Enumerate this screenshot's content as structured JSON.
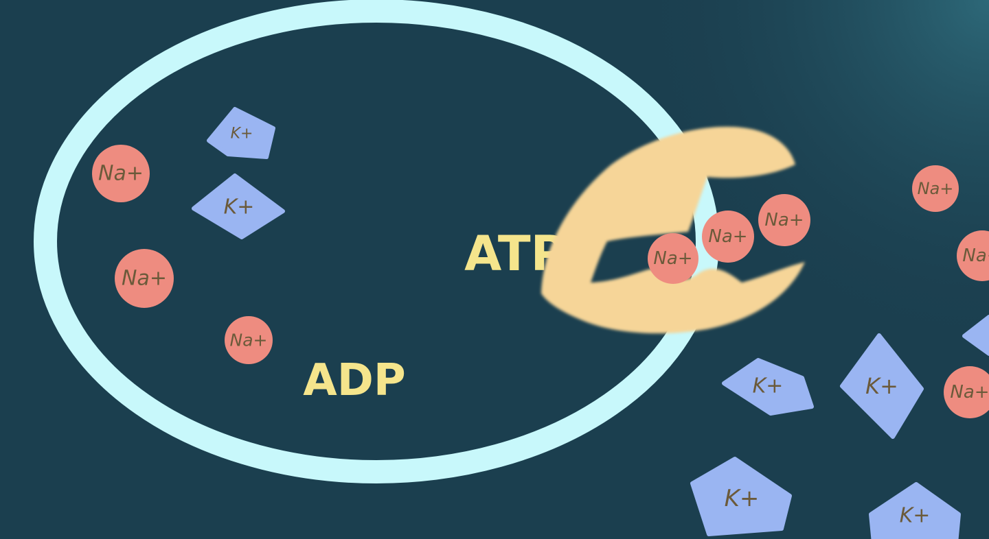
{
  "colors": {
    "background": "#1b3f4f",
    "background_glow": "#2d6878",
    "membrane": "#c8f8fb",
    "pump": "#f6d598",
    "sodium_fill": "#ee8c80",
    "potassium_fill": "#9ab5f2",
    "ion_text": "#6b5a3a",
    "molecule_text": "#f5e58c"
  },
  "labels": {
    "sodium": "Na+",
    "potassium": "K+",
    "atp": "ATP",
    "adp": "ADP"
  }
}
